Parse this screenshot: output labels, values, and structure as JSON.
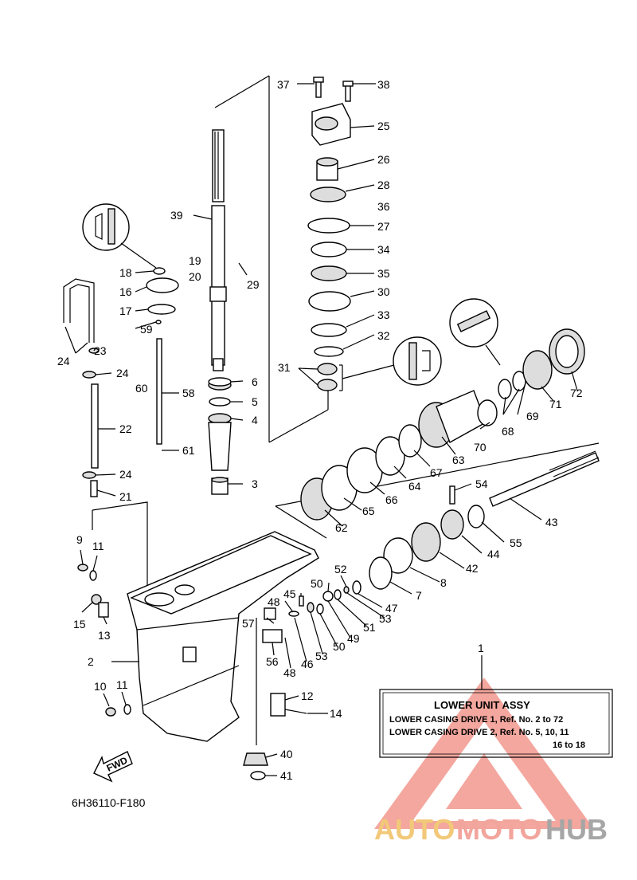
{
  "diagram": {
    "code": "6H36110-F180",
    "part_numbers": [
      "1",
      "2",
      "3",
      "4",
      "5",
      "6",
      "7",
      "8",
      "9",
      "10",
      "11",
      "11",
      "12",
      "13",
      "14",
      "15",
      "16",
      "17",
      "18",
      "19",
      "20",
      "21",
      "22",
      "23",
      "24",
      "24",
      "24",
      "25",
      "26",
      "27",
      "28",
      "29",
      "30",
      "31",
      "32",
      "33",
      "34",
      "35",
      "36",
      "37",
      "38",
      "39",
      "40",
      "41",
      "42",
      "43",
      "44",
      "45",
      "46",
      "47",
      "48",
      "48",
      "49",
      "50",
      "50",
      "51",
      "52",
      "53",
      "53",
      "54",
      "55",
      "56",
      "57",
      "58",
      "59",
      "60",
      "61",
      "62",
      "63",
      "64",
      "65",
      "66",
      "67",
      "68",
      "69",
      "70",
      "71",
      "72"
    ],
    "legend": {
      "title": "LOWER UNIT ASSY",
      "line1": "LOWER CASING DRIVE 1,  Ref. No. 2 to 72",
      "line2": "LOWER CASING DRIVE 2,  Ref. No. 5, 10, 11",
      "line3": "16  to  18"
    },
    "direction_label": "FWD",
    "watermark": {
      "part1": "AUTO",
      "part2": "MOTO",
      "part3": "HUB",
      "colors": {
        "triangle": "#f08a7e",
        "auto": "#f2c879",
        "moto": "#f2a59c",
        "hub": "#a6a6a6"
      }
    }
  }
}
